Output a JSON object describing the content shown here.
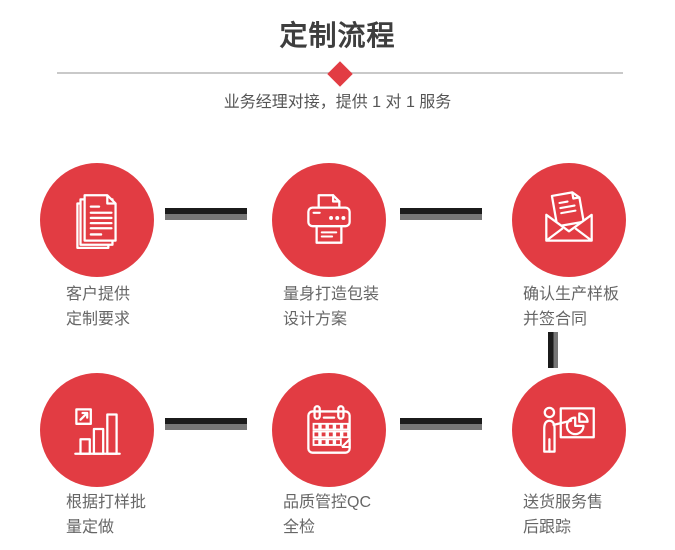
{
  "header": {
    "title": "定制流程",
    "subtitle": "业务经理对接，提供 1 对 1 服务"
  },
  "steps": [
    {
      "icon": "documents-icon",
      "line1": "客户提供",
      "line2": "定制要求"
    },
    {
      "icon": "printer-icon",
      "line1": "量身打造包装",
      "line2": "设计方案"
    },
    {
      "icon": "envelope-letter-icon",
      "line1": "确认生产样板",
      "line2": "并签合同"
    },
    {
      "icon": "bar-chart-growth-icon",
      "line1": "根据打样批",
      "line2": "量定做"
    },
    {
      "icon": "calendar-icon",
      "line1": "品质管控QC",
      "line2": "全检"
    },
    {
      "icon": "presentation-pie-icon",
      "line1": "送货服务售",
      "line2": "后跟踪"
    }
  ],
  "colors": {
    "accent_red": "#e23c43",
    "title_text": "#3e3e3e",
    "subtitle_text": "#555555",
    "label_text": "#666666",
    "connector_dark": "#1b1b1b",
    "connector_gray": "#767676",
    "divider_line": "#c9c9c9",
    "icon_stroke": "#ffffff"
  }
}
